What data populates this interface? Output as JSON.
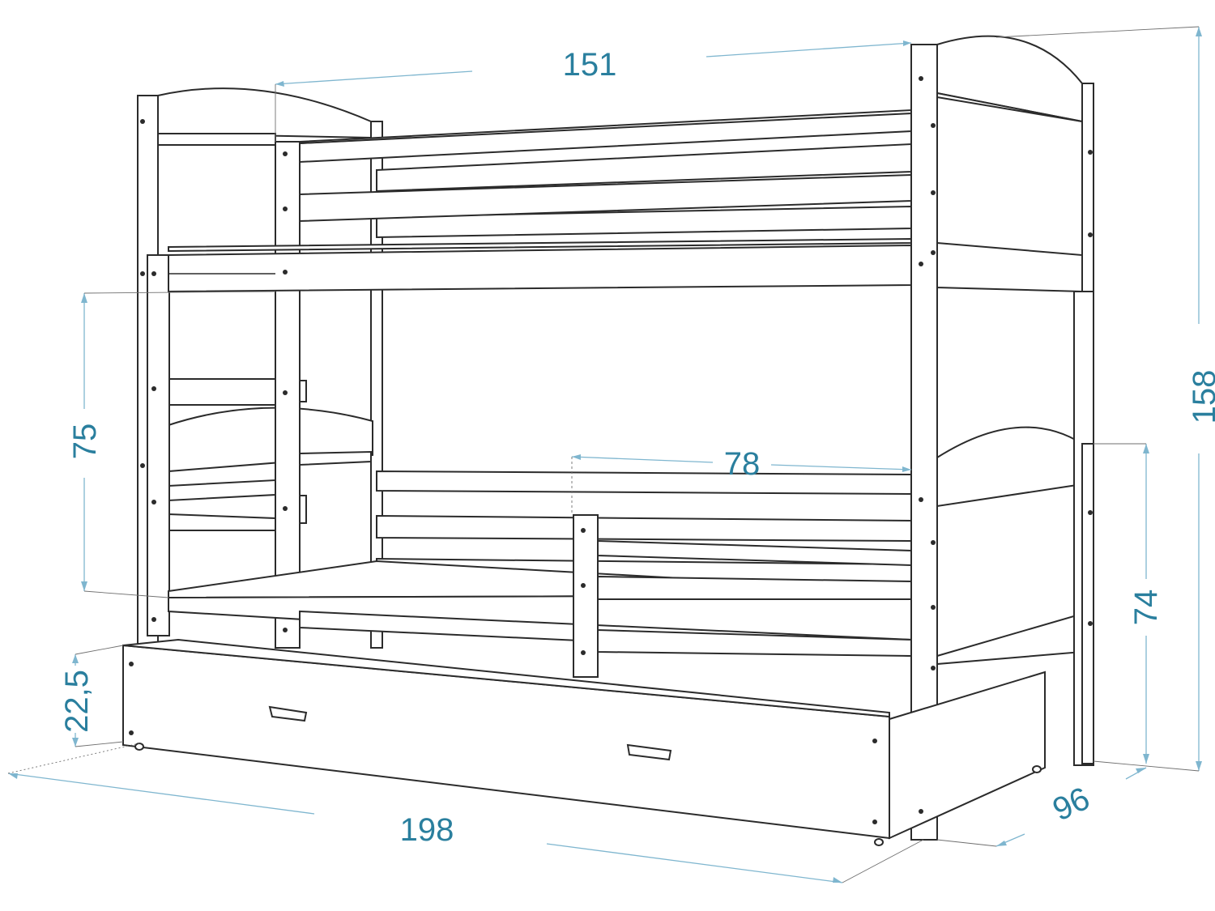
{
  "drawing": {
    "subject": "bunk-bed-with-drawer",
    "line_color": "#2b2b2b",
    "dimension_color": "#7fb6cf",
    "text_color": "#2a7f9e"
  },
  "dimensions": {
    "top_width": "151",
    "total_height": "158",
    "bed_gap_height": "75",
    "rail_opening": "78",
    "lower_bed_height": "74",
    "drawer_height": "22,5",
    "total_length": "198",
    "total_depth": "96"
  }
}
